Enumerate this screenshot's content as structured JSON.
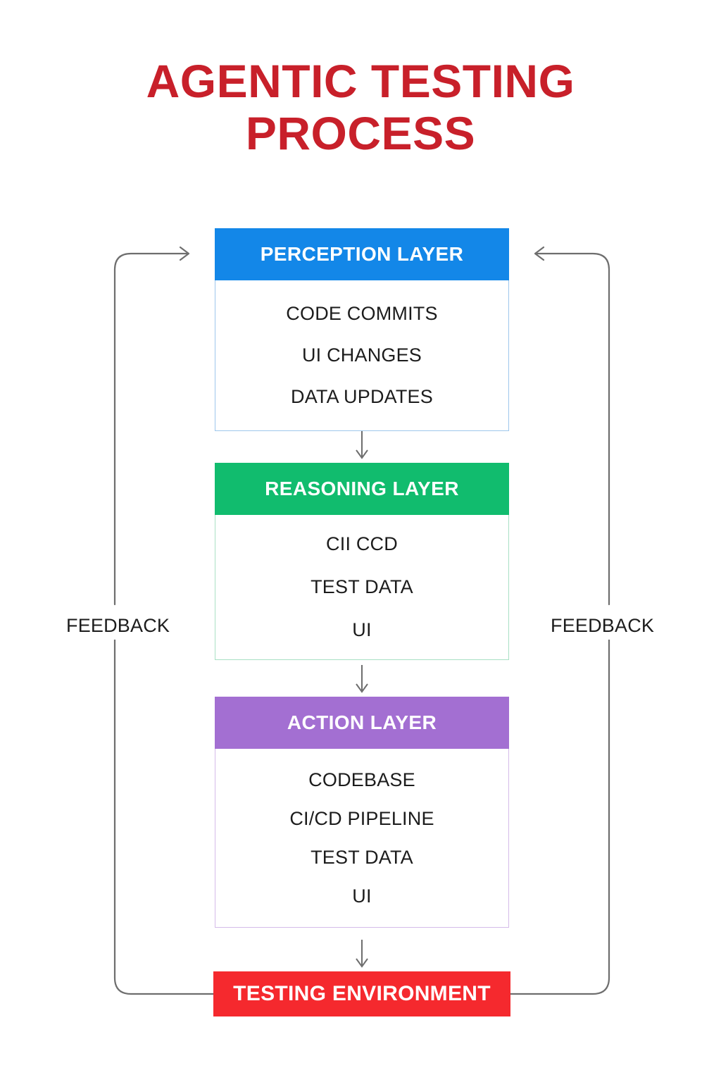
{
  "title": "AGENTIC TESTING\nPROCESS",
  "colors": {
    "title_red": "#c8202a",
    "perception_blue": "#1387e8",
    "reasoning_green": "#11bc6e",
    "action_purple": "#a36fd2",
    "testing_red": "#f5292e",
    "connector_gray": "#6e6e6e",
    "background": "#ffffff"
  },
  "diagram": {
    "type": "flowchart",
    "layers": [
      {
        "id": "perception",
        "header": "PERCEPTION LAYER",
        "header_color": "#1387e8",
        "items": [
          "CODE COMMITS",
          "UI CHANGES",
          "DATA UPDATES"
        ]
      },
      {
        "id": "reasoning",
        "header": "REASONING LAYER",
        "header_color": "#11bc6e",
        "items": [
          "CII CCD",
          "TEST DATA",
          "UI"
        ]
      },
      {
        "id": "action",
        "header": "ACTION LAYER",
        "header_color": "#a36fd2",
        "items": [
          "CODEBASE",
          "CI/CD PIPELINE",
          "TEST DATA",
          "UI"
        ]
      }
    ],
    "terminal": {
      "id": "testing-environment",
      "label": "TESTING ENVIRONMENT",
      "color": "#f5292e"
    },
    "feedback": {
      "left_label": "FEEDBACK",
      "right_label": "FEEDBACK",
      "description": "Testing Environment feeds back up both sides into the Perception Layer"
    },
    "flow": [
      "PERCEPTION LAYER -> REASONING LAYER",
      "REASONING LAYER -> ACTION LAYER",
      "ACTION LAYER -> TESTING ENVIRONMENT",
      "TESTING ENVIRONMENT -> PERCEPTION LAYER (feedback, left)",
      "TESTING ENVIRONMENT -> PERCEPTION LAYER (feedback, right)"
    ]
  }
}
